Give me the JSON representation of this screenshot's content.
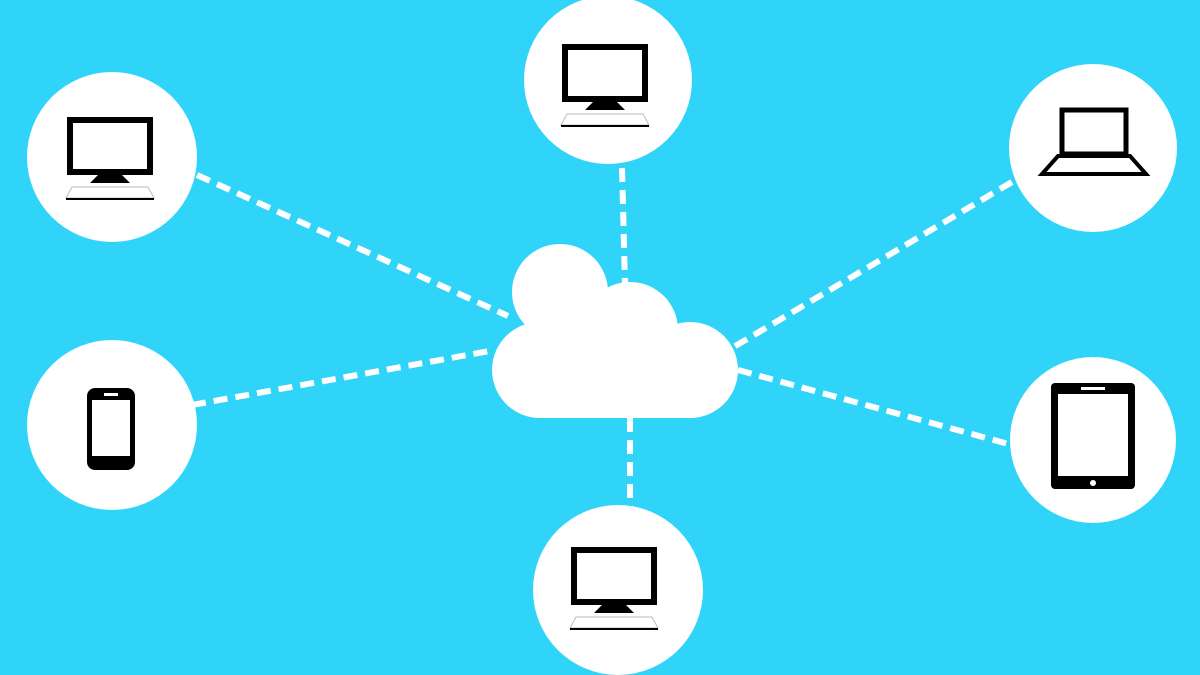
{
  "colors": {
    "background": "#2fd4f8",
    "node_fill": "#ffffff",
    "icon": "#000000",
    "connector": "#ffffff"
  },
  "hub": {
    "icon": "cloud-icon"
  },
  "nodes": [
    {
      "id": "top-left",
      "icon": "desktop-monitor-icon"
    },
    {
      "id": "top-center",
      "icon": "desktop-monitor-icon"
    },
    {
      "id": "top-right",
      "icon": "laptop-icon"
    },
    {
      "id": "middle-left",
      "icon": "smartphone-icon"
    },
    {
      "id": "bottom-center",
      "icon": "desktop-monitor-icon"
    },
    {
      "id": "middle-right",
      "icon": "tablet-icon"
    }
  ]
}
